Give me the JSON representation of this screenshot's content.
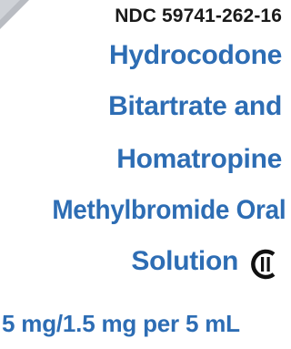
{
  "label": {
    "ndc": "NDC 59741-262-16",
    "drug_name_lines": [
      "Hydrocodone",
      "Bitartrate and",
      "Homatropine",
      "Methylbromide Oral",
      "Solution"
    ],
    "schedule_symbol": "CII",
    "strength": "5 mg/1.5 mg per 5 mL"
  },
  "colors": {
    "brand_blue": "#2d6db4",
    "ndc_text": "#1a1a1a",
    "corner_grey": "#b9bcc2"
  }
}
